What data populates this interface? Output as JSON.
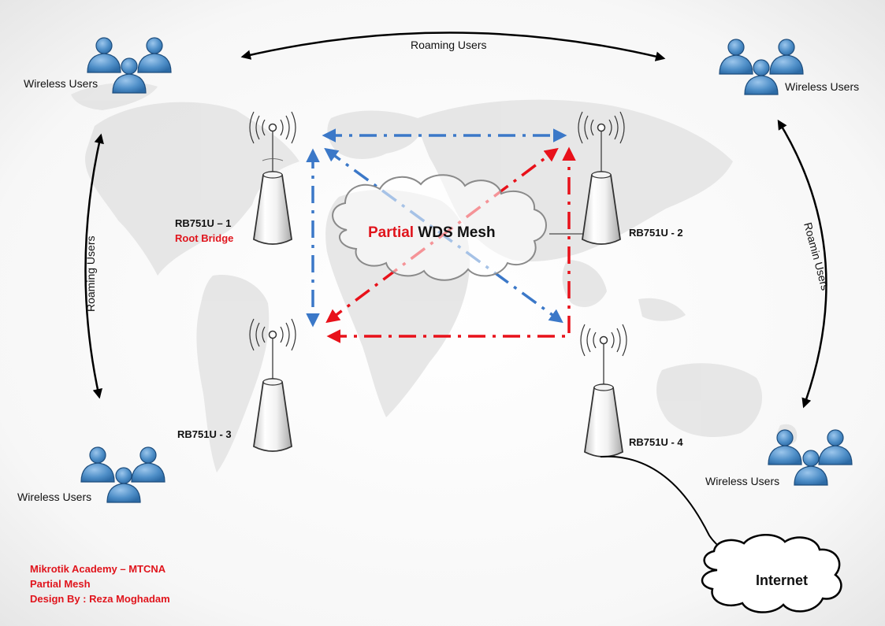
{
  "mesh_cloud": {
    "highlight": "Partial",
    "rest": " WDS Mesh"
  },
  "internet_cloud": {
    "label": "Internet"
  },
  "roaming": {
    "top": "Roaming Users",
    "left": "Roaming Users",
    "right": "Roamin Users"
  },
  "user_groups": [
    {
      "label": "Wireless Users"
    },
    {
      "label": "Wireless Users"
    },
    {
      "label": "Wireless Users"
    },
    {
      "label": "Wireless Users"
    }
  ],
  "routers": [
    {
      "name": "RB751U – 1",
      "role": "Root Bridge"
    },
    {
      "name": "RB751U - 2"
    },
    {
      "name": "RB751U - 3"
    },
    {
      "name": "RB751U - 4"
    }
  ],
  "credits": [
    "Mikrotik Academy – MTCNA",
    "Partial Mesh",
    "Design By : Reza Moghadam"
  ],
  "colors": {
    "blue_link": "#3B78C8",
    "red_link": "#E8111A",
    "accent_text": "#E0141C",
    "user_icon": "#4F8FC8",
    "map_land": "#E4E4E4"
  }
}
